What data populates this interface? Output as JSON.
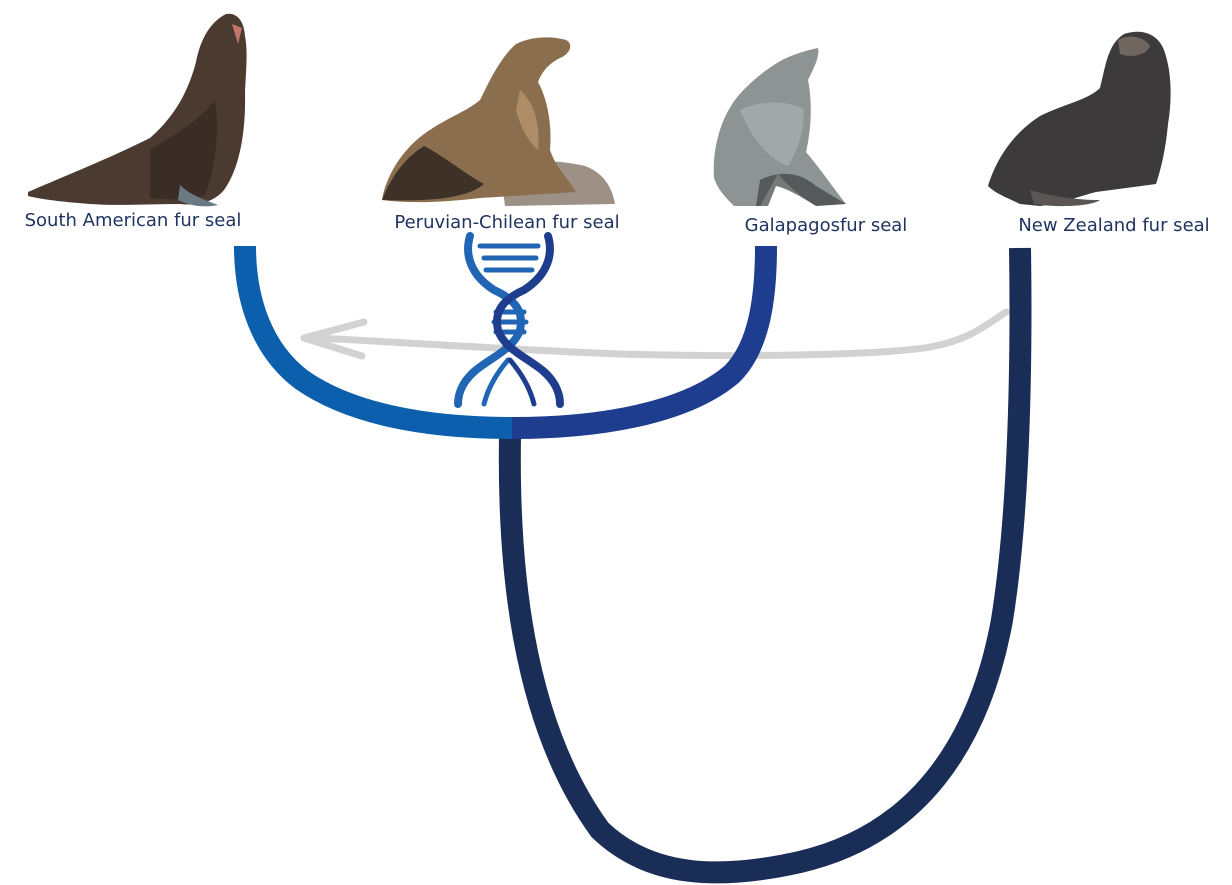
{
  "species": [
    {
      "id": "south-american",
      "label": "South American fur seal",
      "coat_color": "#4a3a30",
      "branch_color": "#0c5fad"
    },
    {
      "id": "peruvian-chilean",
      "label": "Peruvian-Chilean fur seal",
      "coat_color": "#8a6e4e",
      "branch_color": "#0c5fad"
    },
    {
      "id": "galapagos",
      "label": "Galapagosfur seal",
      "coat_color": "#8e9494",
      "branch_color": "#1e3d8f"
    },
    {
      "id": "new-zealand",
      "label": "New Zealand fur seal",
      "coat_color": "#3c3a3a",
      "branch_color": "#1a2d57"
    }
  ],
  "colors": {
    "branch_light": "#0c5fad",
    "branch_mid": "#1e3d8f",
    "branch_dark": "#1a2d57",
    "migration_arrow": "#d2d2d2",
    "dna_helix": "#2166b5",
    "label_text": "#1f3461"
  },
  "icons": {
    "dna": "dna-double-helix-icon",
    "arrow": "migration-arrow"
  }
}
